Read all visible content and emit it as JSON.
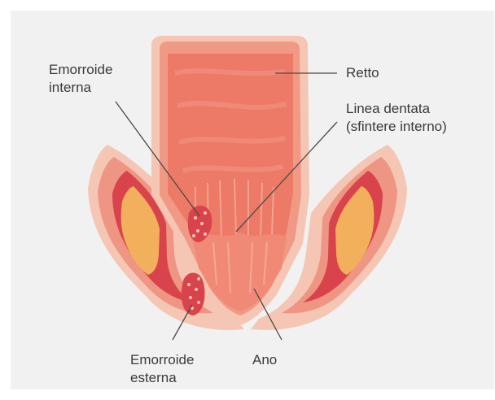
{
  "labels": {
    "internal_hemorrhoid": [
      "Emorroide",
      "interna"
    ],
    "rectum": "Retto",
    "dentate_line": [
      "Linea dentata",
      "(sfintere interno)"
    ],
    "external_hemorrhoid": [
      "Emorroide",
      "esterna"
    ],
    "anus": "Ano"
  },
  "colors": {
    "background": "#f1f1f1",
    "tissue_pale": "#f5c6b4",
    "tissue_mid": "#ef9583",
    "rectum_wall": "#ec7a66",
    "muscle_red": "#d9444c",
    "fat_yellow": "#f2b05c",
    "leader_line": "#4a4a4a"
  }
}
